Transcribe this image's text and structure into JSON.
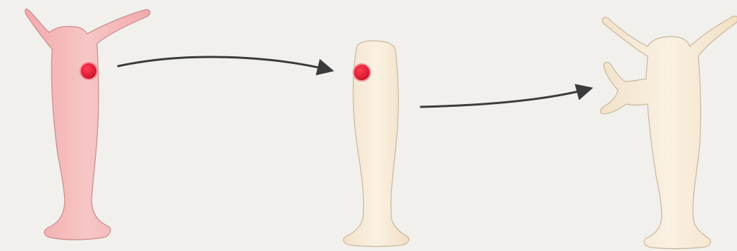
{
  "colors": {
    "background": "#f1f0ed",
    "donor_body_fill": "#f4b4b4",
    "donor_body_stroke": "#c98a8a",
    "host_body_fill": "#f7ead6",
    "host_body_stroke": "#c8b79a",
    "graft_dot": "#d81e33",
    "graft_dot_rim": "#ff8a96",
    "arrow": "#3b3b3b"
  },
  "figures": [
    {
      "name": "donor-hydra",
      "icon": "hydra-pink-with-dot"
    },
    {
      "name": "host-hydra-with-graft",
      "icon": "hydra-beige-with-dot"
    },
    {
      "name": "hydra-with-secondary-head",
      "icon": "hydra-beige-two-heads"
    }
  ],
  "arrows": [
    {
      "name": "arrow-transplant",
      "icon": "curved-arrow-right"
    },
    {
      "name": "arrow-result",
      "icon": "curved-arrow-right"
    }
  ]
}
